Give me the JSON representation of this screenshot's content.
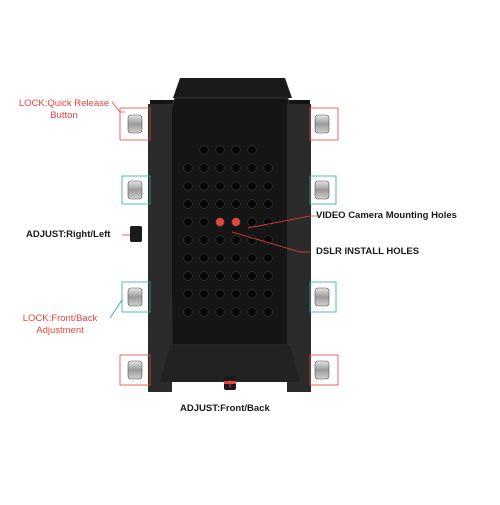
{
  "labels": {
    "lock_quick_release_line1": "LOCK:Quick Release",
    "lock_quick_release_line2": "Button",
    "adjust_right_left": "ADJUST:Right/Left",
    "lock_front_back_line1": "LOCK:Front/Back",
    "lock_front_back_line2": "Adjustment",
    "adjust_front_back": "ADJUST:Front/Back",
    "video_camera_mounting_holes": "VIDEO Camera Mounting Holes",
    "dslr_install_holes": "DSLR INSTALL HOLES"
  },
  "colors": {
    "red_accent": "#e8443c",
    "teal_accent": "#2aa7a3",
    "plate_body": "#1c1c1c",
    "grip_pad": "#2a2a2a",
    "highlight_hole": "#e8443c"
  },
  "icons": [
    "knob-icon",
    "mounting-hole-icon"
  ]
}
